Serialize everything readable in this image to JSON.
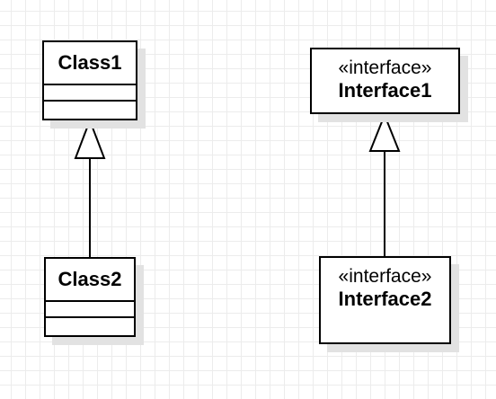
{
  "diagram": {
    "classes": [
      {
        "id": "class1",
        "name": "Class1"
      },
      {
        "id": "class2",
        "name": "Class2"
      }
    ],
    "interfaces": [
      {
        "id": "interface1",
        "stereotype": "«interface»",
        "name": "Interface1"
      },
      {
        "id": "interface2",
        "stereotype": "«interface»",
        "name": "Interface2"
      }
    ],
    "relations": [
      {
        "type": "generalization",
        "from": "class2",
        "to": "class1"
      },
      {
        "type": "generalization",
        "from": "interface2",
        "to": "interface1"
      }
    ]
  }
}
